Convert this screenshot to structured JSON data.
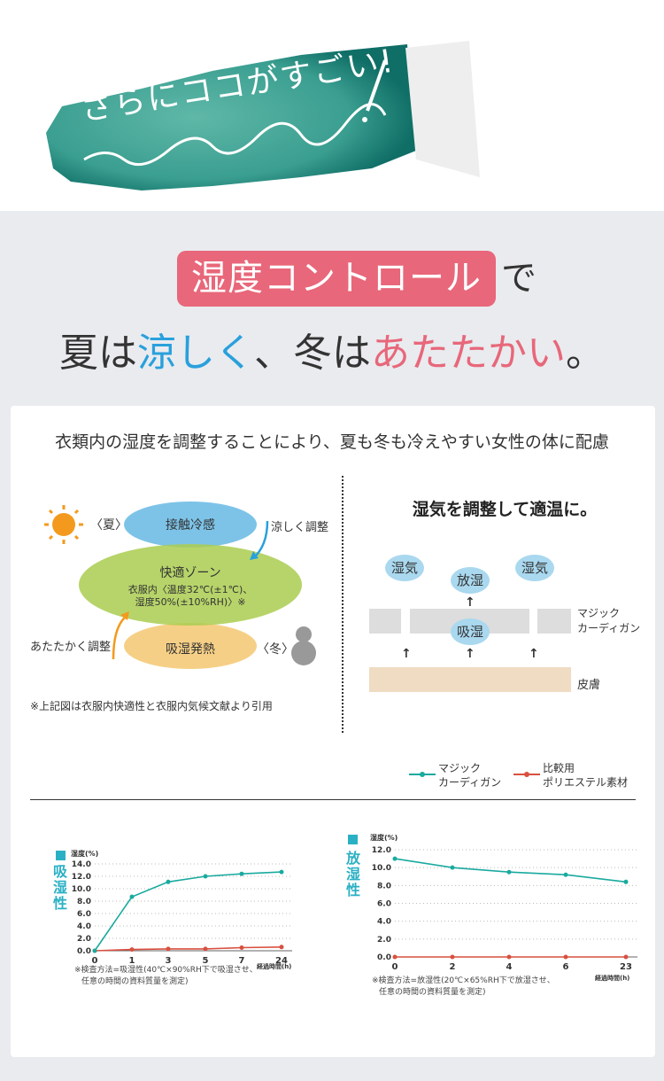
{
  "banner": {
    "text": "さらにココがすごい!"
  },
  "headline": {
    "badge": "湿度コントロール",
    "badge_suffix": "で",
    "line2_parts": [
      "夏は",
      "涼しく",
      "、冬は",
      "あたたかい",
      "。"
    ]
  },
  "intro": "衣類内の湿度を調整することにより、夏も冬も冷えやすい女性の体に配慮",
  "comfort_diagram": {
    "summer": "〈夏〉",
    "winter": "〈冬〉",
    "top": "接触冷感",
    "cool_adjust": "涼しく調整",
    "zone_title": "快適ゾーン",
    "zone_line1": "衣服内〈温度32℃(±1℃)、",
    "zone_line2": "湿度50%(±10%RH)〉※",
    "bottom": "吸湿発熱",
    "warm_adjust": "あたたかく調整",
    "footnote": "※上記図は衣服内快適性と衣服内気候文献より引用"
  },
  "moisture_diagram": {
    "title": "湿気を調整して適温に。",
    "bubble_left": "湿気",
    "bubble_right": "湿気",
    "bubble_release": "放湿",
    "bubble_absorb": "吸湿",
    "fabric_label_1": "マジック",
    "fabric_label_2": "カーディガン",
    "skin_label": "皮膚"
  },
  "legend": {
    "magic_1": "マジック",
    "magic_2": "カーディガン",
    "poly_1": "比較用",
    "poly_2": "ポリエステル素材",
    "teal": "#1aaa9f",
    "red": "#d9503f"
  },
  "chart_data": [
    {
      "type": "line",
      "title": "吸湿性",
      "ylabel": "湿度(%)",
      "xlabel": "経過時間(h)",
      "categories": [
        "0",
        "1",
        "3",
        "5",
        "7",
        "24"
      ],
      "ylim": [
        0,
        14
      ],
      "yticks": [
        "0.0",
        "2.0",
        "4.0",
        "6.0",
        "8.0",
        "10.0",
        "12.0",
        "14.0"
      ],
      "series": [
        {
          "name": "マジックカーディガン",
          "values": [
            0,
            8.7,
            11.1,
            12.0,
            12.4,
            12.7
          ]
        },
        {
          "name": "比較用ポリエステル素材",
          "values": [
            0,
            0.2,
            0.3,
            0.3,
            0.5,
            0.6
          ]
        }
      ],
      "note_1": "※検査方法=吸湿性(40℃×90%RH下で吸湿させ、",
      "note_2": "任意の時間の資料質量を測定)"
    },
    {
      "type": "line",
      "title": "放湿性",
      "ylabel": "湿度(%)",
      "xlabel": "経過時間(h)",
      "categories": [
        "0",
        "2",
        "4",
        "6",
        "23"
      ],
      "ylim": [
        0,
        12
      ],
      "yticks": [
        "0.0",
        "2.0",
        "4.0",
        "6.0",
        "8.0",
        "10.0",
        "12.0"
      ],
      "series": [
        {
          "name": "マジックカーディガン",
          "values": [
            11.0,
            10.0,
            9.5,
            9.2,
            8.4
          ]
        },
        {
          "name": "比較用ポリエステル素材",
          "values": [
            0,
            0,
            0,
            0,
            0
          ]
        }
      ],
      "note_1": "※検査方法=放湿性(20℃×65%RH下で放湿させ、",
      "note_2": "任意の時間の資料質量を測定)"
    }
  ]
}
